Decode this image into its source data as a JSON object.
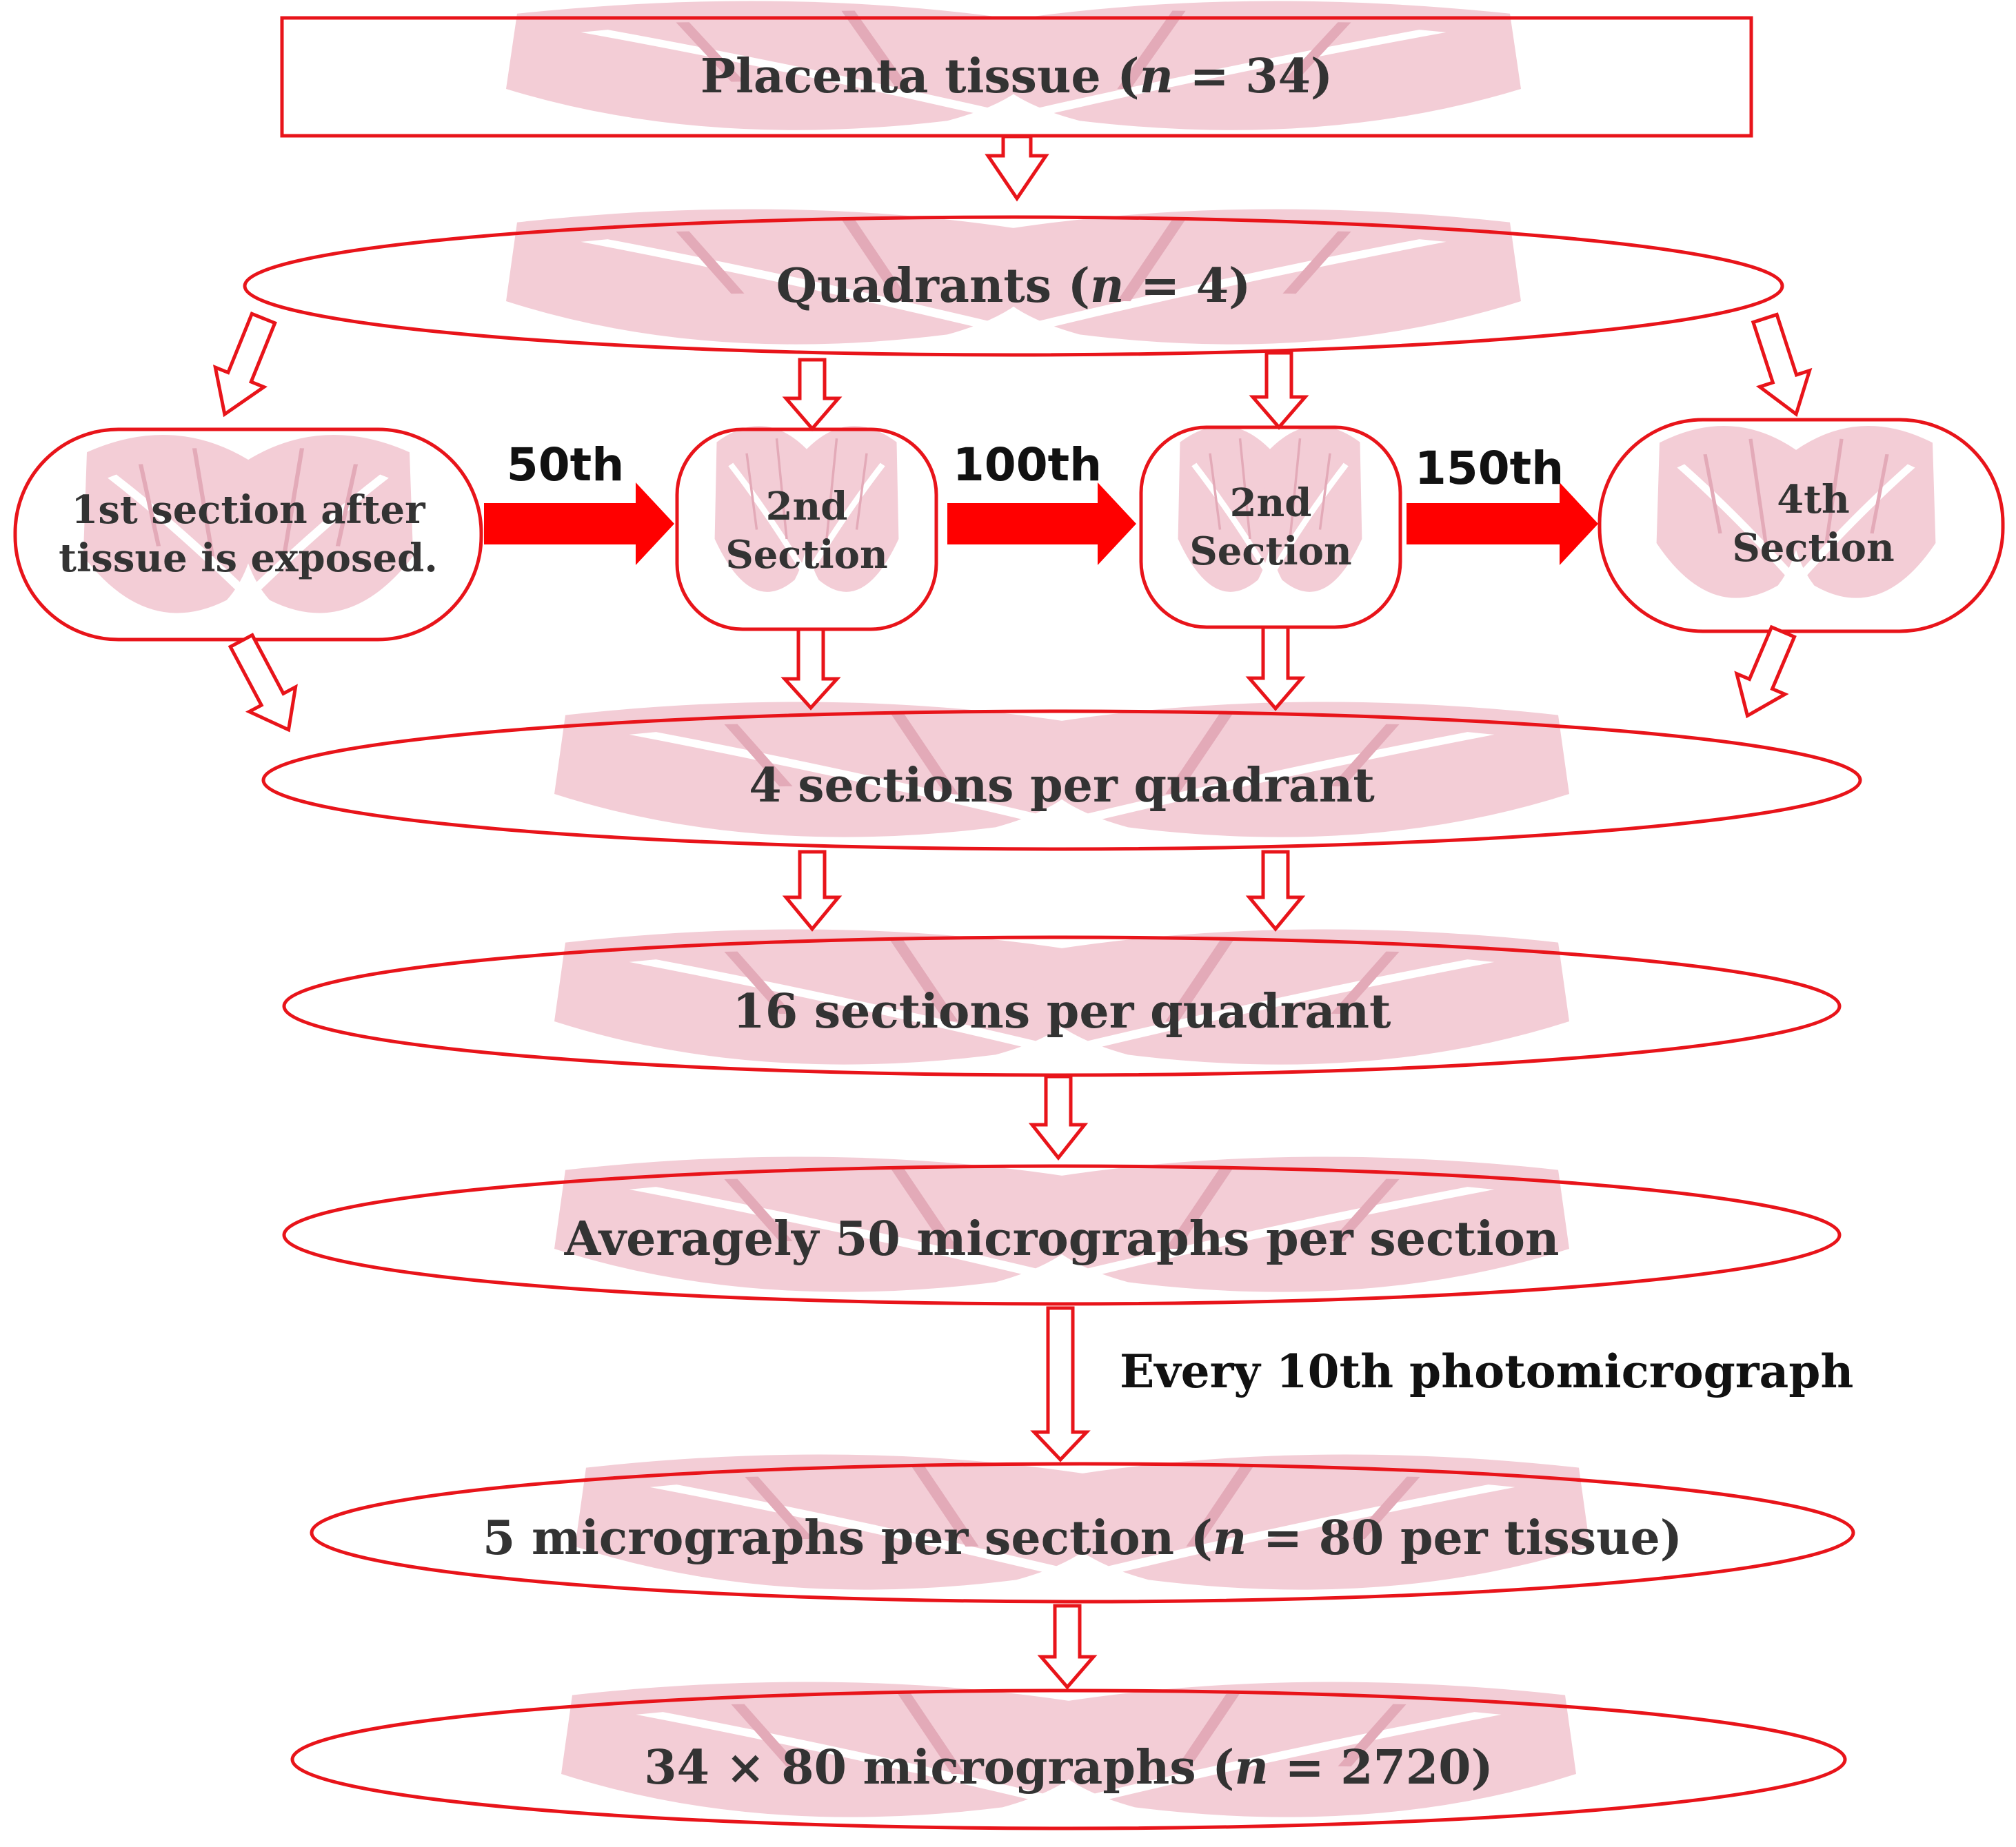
{
  "colors": {
    "stroke": "#e8141a",
    "arrow_fill": "#ff0000",
    "motif_fill": "#f3cdd6",
    "text": "#333333"
  },
  "icons": {
    "background_motif": "placenta-illustration-icon"
  },
  "nodes": {
    "placenta_tissue": {
      "text": "Placenta tissue (",
      "var": "n",
      "rest": " = 34)"
    },
    "quadrants": {
      "text": "Quadrants (",
      "var": "n",
      "rest": " = 4)"
    },
    "section_1": {
      "line1": "1st section after",
      "line2": "tissue is exposed."
    },
    "section_2a": {
      "line1": "2nd",
      "line2": "Section"
    },
    "section_2b": {
      "line1": "2nd",
      "line2": "Section"
    },
    "section_4": {
      "line1": "4th",
      "line2": "Section"
    },
    "sections_4": {
      "text": "4 sections per quadrant"
    },
    "sections_16": {
      "text": "16 sections per quadrant"
    },
    "averagely_50": {
      "text": "Averagely 50 micrographs per section"
    },
    "micrographs_5": {
      "text": "5 micrographs per section (",
      "var": "n",
      "rest": " = 80 per tissue)"
    },
    "total": {
      "text": "34 × 80 micrographs (",
      "var": "n",
      "rest": " = 2720)"
    }
  },
  "edges": {
    "to_section_2a": "50th",
    "to_section_2b": "100th",
    "to_section_4": "150th",
    "every_10th": "Every 10th photomicrograph"
  }
}
